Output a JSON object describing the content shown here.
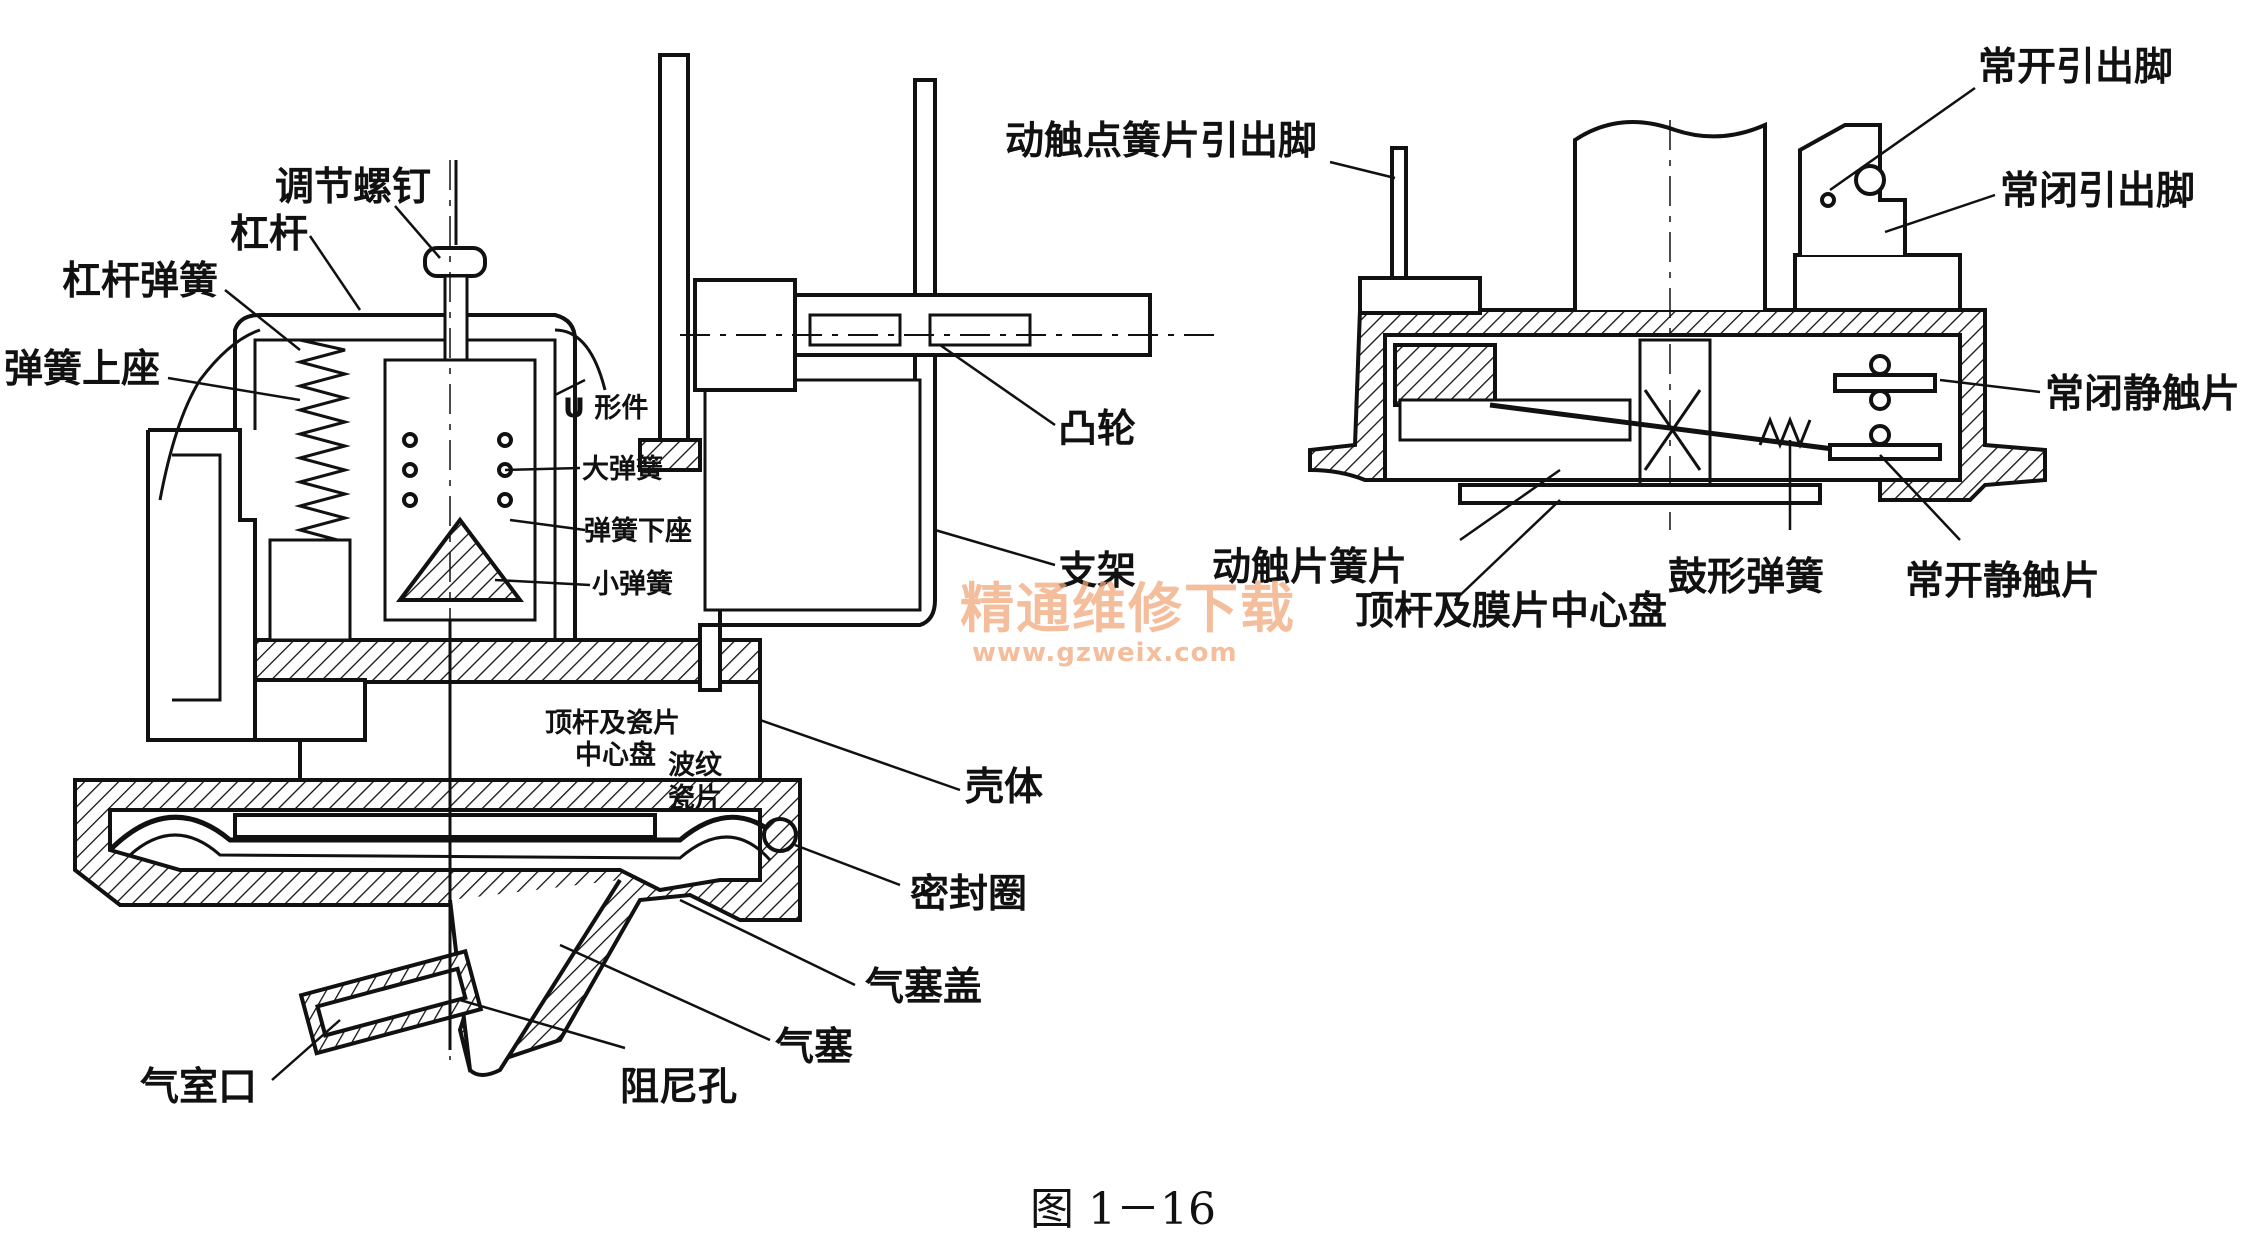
{
  "left_diagram": {
    "labels": {
      "adjust_screw": "调节螺钉",
      "lever": "杠杆",
      "lever_spring": "杠杆弹簧",
      "spring_upper_seat": "弹簧上座",
      "u_piece": "U 形件",
      "big_spring": "大弹簧",
      "spring_lower_seat": "弹簧下座",
      "small_spring": "小弹簧",
      "ejector_center": "顶杆及瓷片",
      "ejector_center_2": "中心盘",
      "corrugated_ceramic": "波纹",
      "corrugated_ceramic_2": "瓷片",
      "cam": "凸轮",
      "bracket": "支架",
      "housing": "壳体",
      "seal_ring": "密封圈",
      "plug_cover": "气塞盖",
      "plug": "气塞",
      "air_chamber_port": "气室口",
      "damping_hole": "阻尼孔"
    }
  },
  "right_diagram": {
    "labels": {
      "moving_spring_pin": "动触点簧片引出脚",
      "no_pin": "常开引出脚",
      "nc_pin": "常闭引出脚",
      "nc_static": "常闭静触片",
      "moving_leaf": "动触片簧片",
      "ejector_membrane": "顶杆及膜片中心盘",
      "drum_spring": "鼓形弹簧",
      "no_static": "常开静触片"
    }
  },
  "watermark": {
    "cn": "精通维修下载",
    "url": "www.gzweix.com"
  },
  "caption": "图 1－16"
}
